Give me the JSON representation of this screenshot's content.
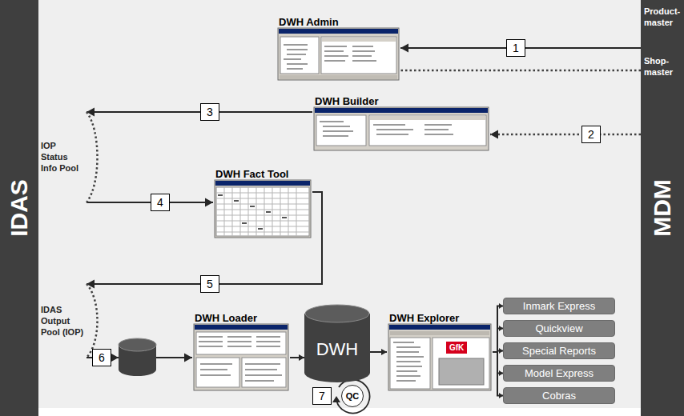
{
  "diagram": {
    "nodes": [
      {
        "text": [
          "IDAS"
        ]
      },
      {
        "text": [
          "IOP Status Info Pool"
        ]
      },
      {
        "text": [
          "IDAS Output Pool (IOP)"
        ]
      },
      {
        "text": [
          "DWH Admin"
        ]
      },
      {
        "text": [
          "DWH Builder"
        ]
      },
      {
        "text": [
          "DWH Fact Tool"
        ]
      },
      {
        "text": [
          "DWH Loader"
        ]
      },
      {
        "text": [
          "DWH"
        ]
      },
      {
        "text": [
          "QC"
        ]
      },
      {
        "text": [
          "DWH Explorer"
        ]
      },
      {
        "text": [
          "Inmark Express"
        ]
      },
      {
        "text": [
          "Quickview"
        ]
      },
      {
        "text": [
          "Special Reports"
        ]
      },
      {
        "text": [
          "Model Express"
        ]
      },
      {
        "text": [
          "Cobras"
        ]
      },
      {
        "text": [
          "MDM"
        ]
      },
      {
        "text": [
          "Product- master"
        ],
        "in": 15
      },
      {
        "text": [
          "Shop- master"
        ],
        "in": 15
      }
    ],
    "edges": [
      {
        "from": 16,
        "to": 3,
        "arrow": "to",
        "label": "1"
      },
      {
        "from": 17,
        "to": 3,
        "arrow": "none"
      },
      {
        "from": 15,
        "to": 4,
        "arrow": "to",
        "label": "2"
      },
      {
        "from": 4,
        "to": 1,
        "arrow": "to",
        "label": "3"
      },
      {
        "from": 1,
        "to": 5,
        "arrow": "to",
        "label": "4"
      },
      {
        "from": 5,
        "to": 2,
        "arrow": "to",
        "label": "5"
      },
      {
        "from": 2,
        "to": 6,
        "arrow": "to",
        "label": "6"
      },
      {
        "from": 6,
        "to": 7,
        "arrow": "to"
      },
      {
        "from": 7,
        "to": 9,
        "arrow": "to"
      },
      {
        "from": 9,
        "to": 10,
        "arrow": "to"
      },
      {
        "from": 9,
        "to": 11,
        "arrow": "to"
      },
      {
        "from": 9,
        "to": 12,
        "arrow": "to"
      },
      {
        "from": 9,
        "to": 13,
        "arrow": "to"
      },
      {
        "from": 9,
        "to": 14,
        "arrow": "to"
      }
    ],
    "labels": [
      "7",
      "GfK"
    ]
  }
}
